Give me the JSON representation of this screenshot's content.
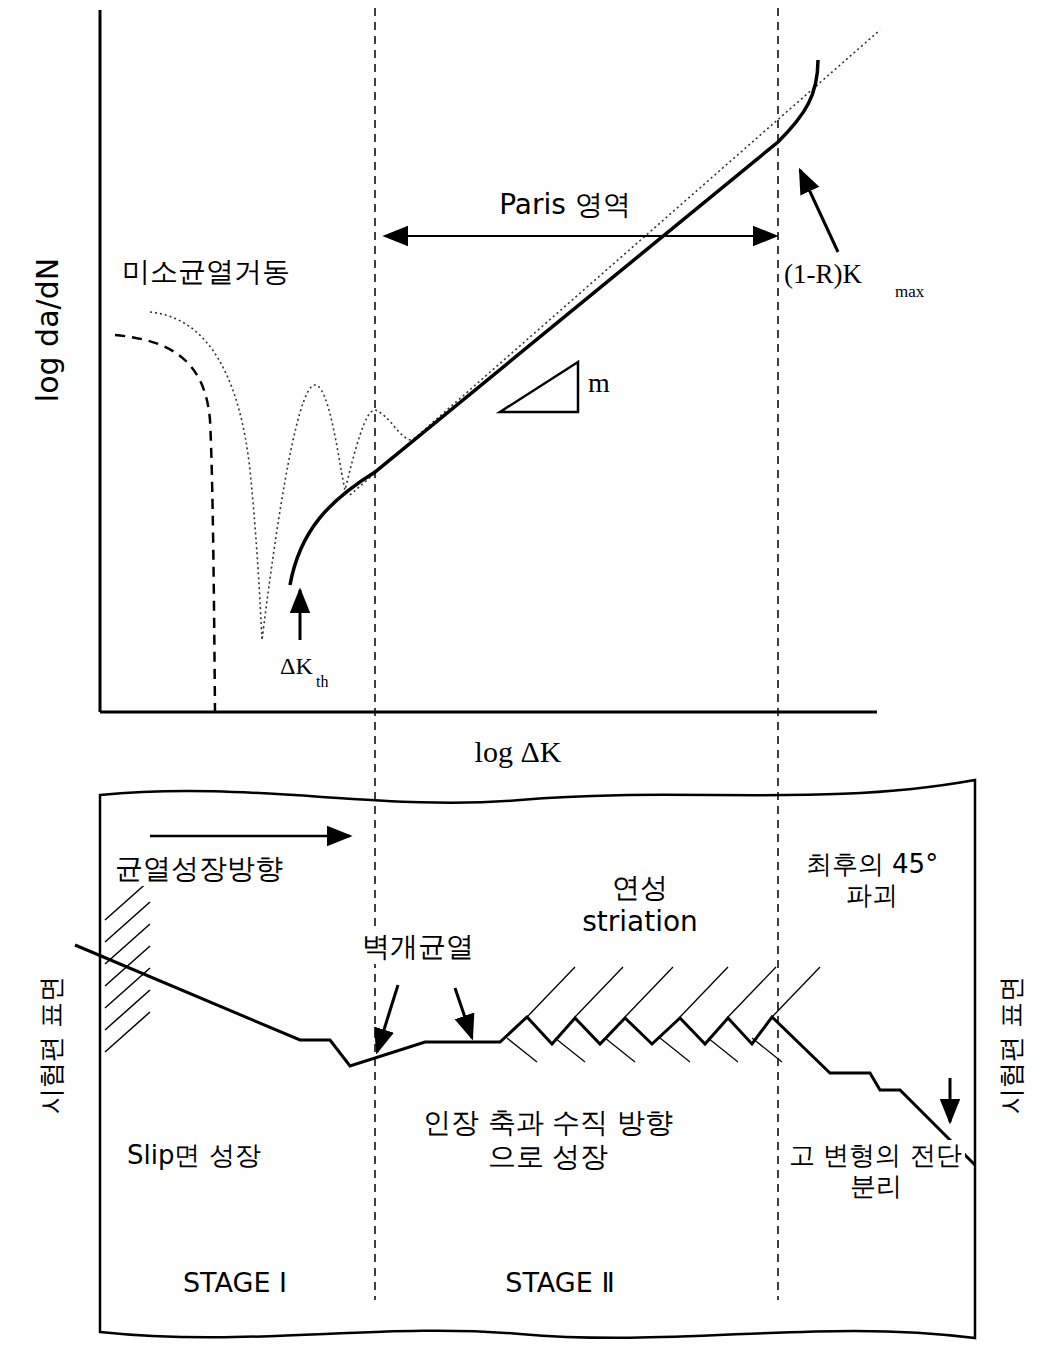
{
  "diagram": {
    "labels": [
      "log da/dN",
      "미소균열거동",
      "Paris 영역",
      "m",
      "(1-R)K",
      "max",
      "ΔK",
      "th",
      "log ΔK",
      "균열성장방향",
      "연성 striation",
      "벽개균열",
      "최후의 45° 파괴",
      "시험편 표면",
      "Slip면 성장",
      "인장 축과 수직 방향으로 성장",
      "고 변형의 전단분리",
      "STAGE Ⅰ",
      "STAGE Ⅱ",
      "시험편 표면"
    ]
  }
}
